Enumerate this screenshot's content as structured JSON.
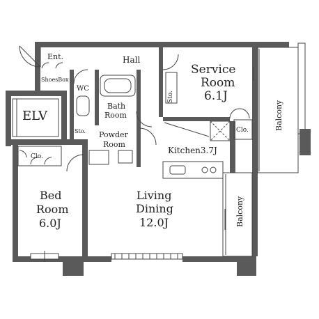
{
  "rooms": {
    "entrance": "Ent.",
    "hall": "Hall",
    "service_room": {
      "name_1": "Service",
      "name_2": "Room",
      "size": "6.1J"
    },
    "shoes_box": "ShoesBox",
    "wc": "WC",
    "bath_room": {
      "name_1": "Bath",
      "name_2": "Room"
    },
    "storage_1": "Sto.",
    "storage_2": "Sto.",
    "elevator": "ELV",
    "powder_room": {
      "name_1": "Powder",
      "name_2": "Room"
    },
    "closet_1": "Clo.",
    "closet_2": "Clo.",
    "kitchen": "Kitchen3.7J",
    "bed_room": {
      "name_1": "Bed",
      "name_2": "Room",
      "size": "6.0J"
    },
    "living_dining": {
      "name_1": "Living",
      "name_2": "Dining",
      "size": "12.0J"
    },
    "balcony_1": "Balcony",
    "balcony_2": "Balcony"
  }
}
